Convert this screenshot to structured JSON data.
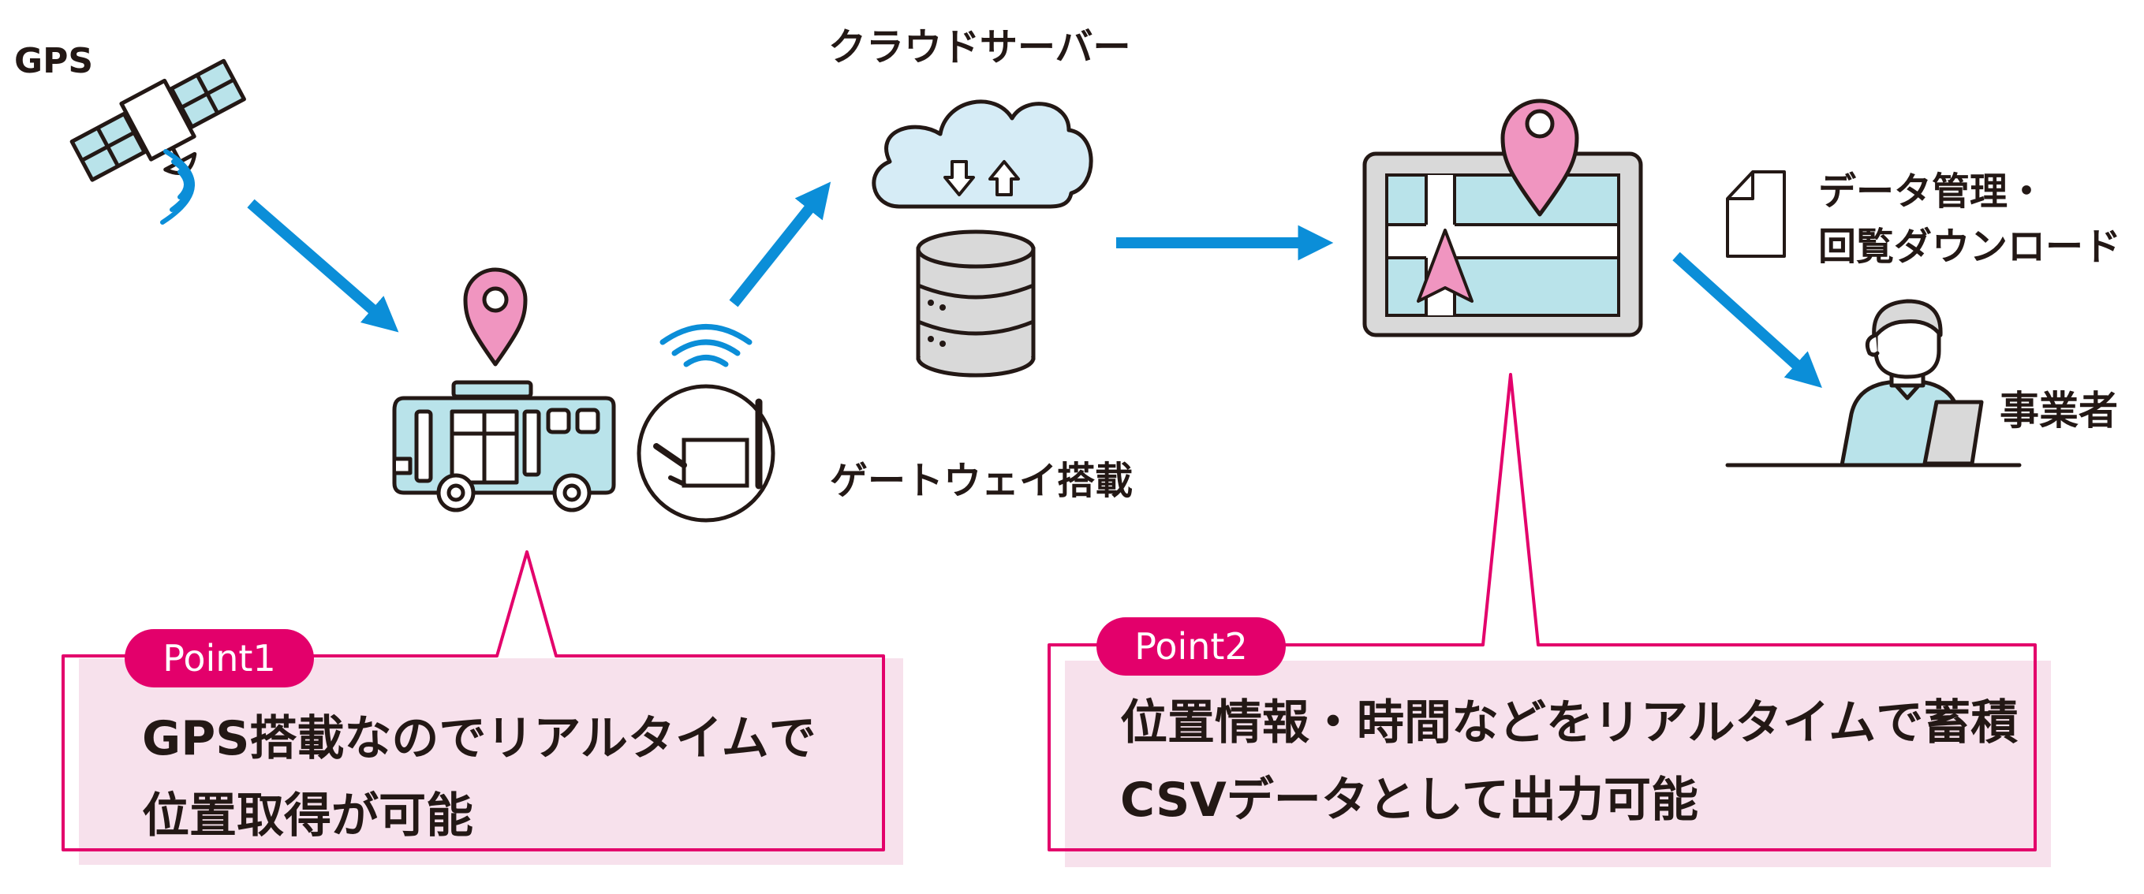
{
  "labels": {
    "gps": "GPS",
    "cloud_server": "クラウドサーバー",
    "gateway": "ゲートウェイ搭載",
    "data_management_line1": "データ管理・",
    "data_management_line2": "回覧ダウンロード",
    "operator": "事業者"
  },
  "point1": {
    "badge": "Point1",
    "line1": "GPS搭載なのでリアルタイムで",
    "line2": "位置取得が可能"
  },
  "point2": {
    "badge": "Point2",
    "line1": "位置情報・時間などをリアルタイムで蓄積",
    "line2": "CSVデータとして出力可能"
  },
  "icons": [
    "satellite-icon",
    "signal-waves-icon",
    "map-pin-icon",
    "bus-icon",
    "gateway-router-icon",
    "cloud-icon",
    "database-icon",
    "tablet-map-icon",
    "navigation-arrow-icon",
    "document-icon",
    "person-laptop-icon"
  ],
  "colors": {
    "arrow_blue": "#0b8ed8",
    "accent_pink": "#e3006b",
    "callout_fill": "#f7e1ec",
    "pin_pink": "#f095c0",
    "light_blue": "#b9e3ea"
  }
}
